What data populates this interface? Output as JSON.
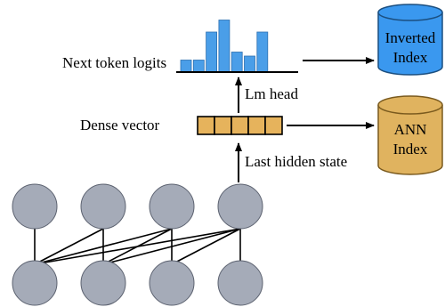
{
  "labels": {
    "next_token_logits": "Next token logits",
    "lm_head": "Lm head",
    "dense_vector": "Dense vector",
    "last_hidden_state": "Last hidden state"
  },
  "inverted_index": {
    "line1": "Inverted",
    "line2": "Index"
  },
  "ann_index": {
    "line1": "ANN",
    "line2": "Index"
  },
  "logit_bars": [
    0.3,
    0.3,
    1.0,
    1.3,
    0.5,
    0.4,
    1.0
  ],
  "dense_vector_cells": 5,
  "colors": {
    "bar": "#4a9ee8",
    "bar_stroke": "#2d6fb0",
    "neuron": "#a5abb8",
    "neuron_stroke": "#5c6270",
    "cyl_blue": "#3a98ef",
    "cyl_orange": "#e0b35f",
    "vector_fill": "#e6b35c"
  }
}
